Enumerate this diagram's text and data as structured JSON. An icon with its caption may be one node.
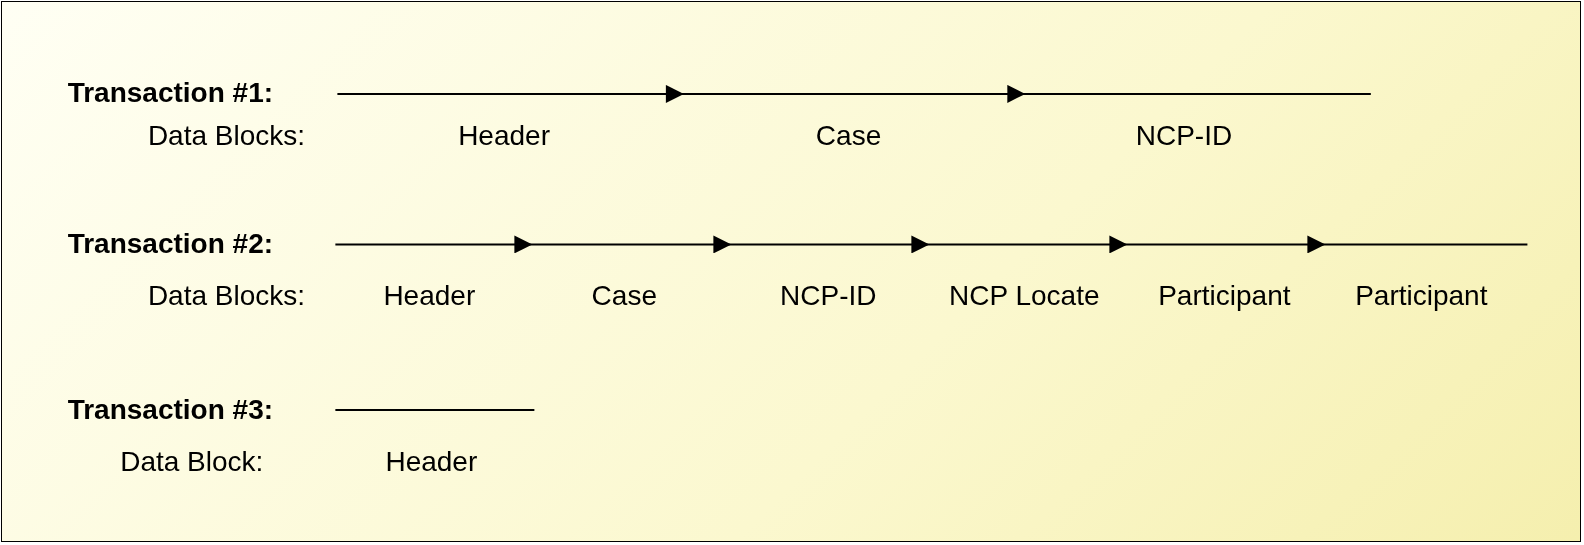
{
  "diagram": {
    "labels": [
      "Transaction #1:",
      "Data Blocks:",
      "Header",
      "Case",
      "NCP-ID",
      "Transaction #2:",
      "Data Blocks:",
      "Header",
      "Case",
      "NCP-ID",
      "NCP Locate",
      "Participant",
      "Participant",
      "Transaction #3:",
      "Data Block:",
      "Header"
    ]
  }
}
